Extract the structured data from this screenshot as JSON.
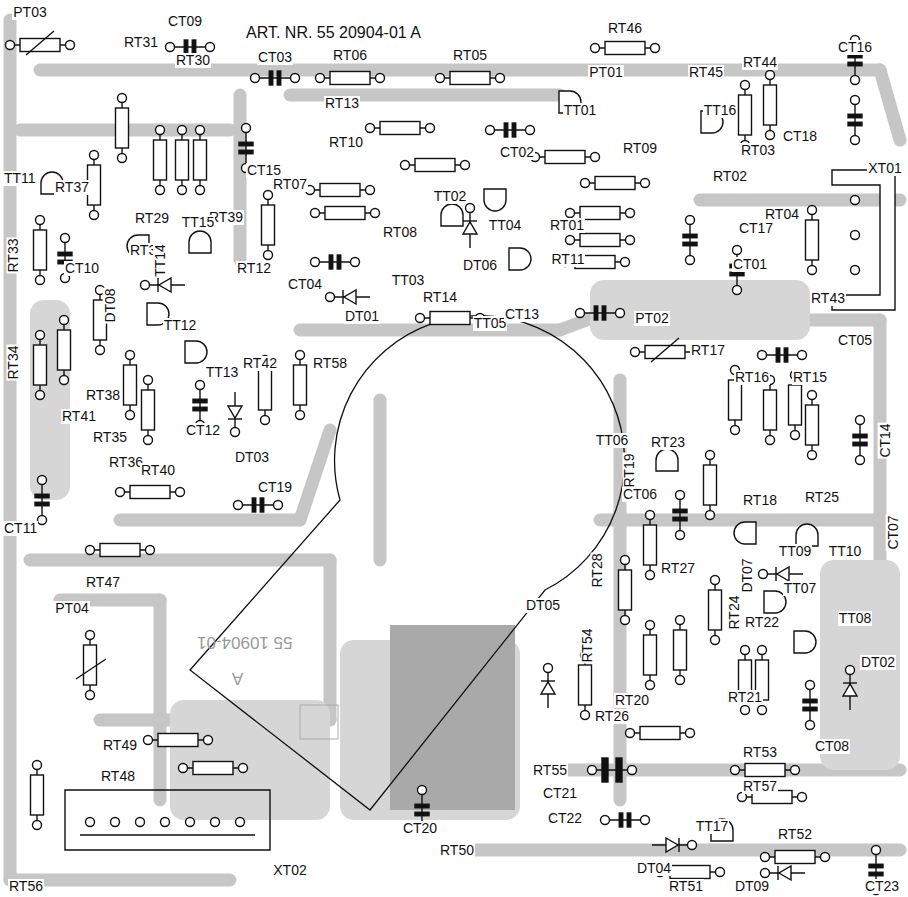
{
  "diagram": {
    "title": "ART. NR. 55 20904-01 A",
    "labels": [
      "PT03",
      "RT31",
      "CT09",
      "RT30",
      "CT03",
      "RT06",
      "RT05",
      "RT46",
      "PT01",
      "RT45",
      "RT44",
      "CT16",
      "RT13",
      "TT01",
      "TT16",
      "CT02",
      "CT18",
      "XT01",
      "RT10",
      "RT09",
      "RT03",
      "TT11",
      "RT37",
      "CT15",
      "RT07",
      "RT02",
      "RT29",
      "RT39",
      "RT08",
      "TT02",
      "TT04",
      "RT04",
      "CT17",
      "RT33",
      "RT32",
      "TT14",
      "TT15",
      "RT01",
      "CT01",
      "CT10",
      "RT12",
      "CT04",
      "DT06",
      "TT03",
      "RT11",
      "DT01",
      "RT14",
      "TT05",
      "CT13",
      "RT43",
      "CT05",
      "DT08",
      "TT12",
      "PT02",
      "RT17",
      "RT42",
      "RT58",
      "TT13",
      "RT34",
      "RT16",
      "RT15",
      "RT38",
      "RT41",
      "CT12",
      "RT35",
      "RT36",
      "DT03",
      "CT14",
      "RT23",
      "TT06",
      "RT19",
      "CT06",
      "RT18",
      "RT25",
      "CT07",
      "RT40",
      "CT19",
      "CT11",
      "RT47",
      "TT09",
      "TT10",
      "DT07",
      "TT07",
      "RT27",
      "RT28",
      "PT04",
      "TT08",
      "RT22",
      "DT05",
      "RT54",
      "RT24",
      "DT02",
      "RT20",
      "RT21",
      "RT26",
      "RT49",
      "RT55",
      "RT53",
      "CT08",
      "RT48",
      "CT21",
      "RT57",
      "CT20",
      "RT50",
      "CT22",
      "TT17",
      "RT52",
      "DT04",
      "RT51",
      "DT09",
      "CT23",
      "RT56",
      "XT02",
      "55 10904-01",
      "A"
    ]
  }
}
